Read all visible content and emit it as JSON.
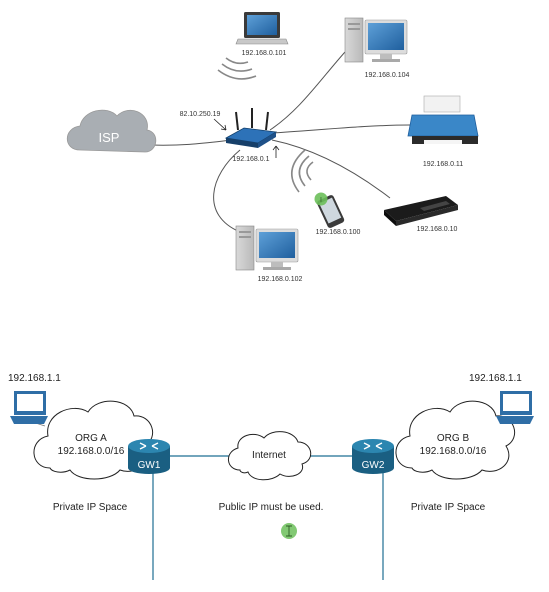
{
  "top_diagram": {
    "isp_label": "ISP",
    "router_wan_ip": "82.10.250.19",
    "router_lan_ip": "192.168.0.1",
    "devices": {
      "laptop_top": "192.168.0.101",
      "desktop_top_right": "192.168.0.104",
      "printer": "192.168.0.11",
      "phone": "192.168.0.100",
      "set_top_box": "192.168.0.10",
      "desktop_bottom_left": "192.168.0.102"
    }
  },
  "bottom_diagram": {
    "left_host_ip": "192.168.1.1",
    "right_host_ip": "192.168.1.1",
    "org_a_name": "ORG A",
    "org_a_subnet": "192.168.0.0/16",
    "org_b_name": "ORG B",
    "org_b_subnet": "192.168.0.0/16",
    "gw1_label": "GW1",
    "gw2_label": "GW2",
    "internet_label": "Internet",
    "left_space_label": "Private IP Space",
    "center_label": "Public IP must be used.",
    "right_space_label": "Private IP Space"
  },
  "colors": {
    "cloud_gray": "#a9aeb3",
    "router_blue": "#1f64a8",
    "gateway_teal": "#1e6f93",
    "laptop_blue": "#2f6ea6",
    "cursor_green": "#6cbf5a"
  }
}
